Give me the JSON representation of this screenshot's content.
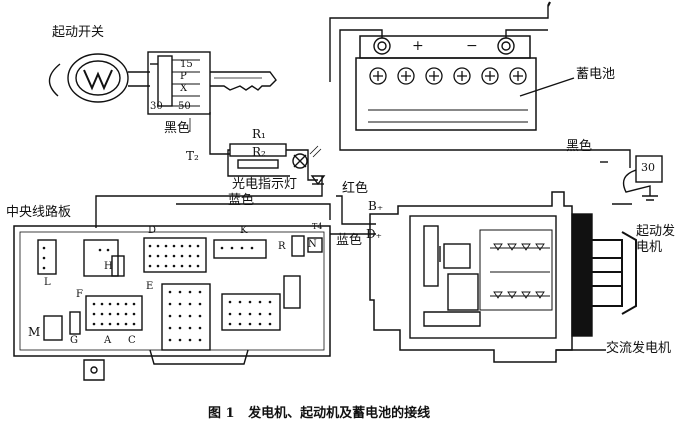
{
  "labels": {
    "ignition_switch": "起动开关",
    "black_1": "黑色",
    "r1": "R₁",
    "r2": "R₂",
    "t2": "T₂",
    "photo_indicator": "光电指示灯",
    "battery": "蓄电池",
    "black_2": "黑色",
    "red": "红色",
    "blue_1": "蓝色",
    "blue_2": "蓝色",
    "central_board": "中央线路板",
    "starter_motor": "起动发\n电机",
    "alternator": "交流发电机",
    "b_plus": "B₊",
    "d_plus": "D₊",
    "t30": "30",
    "plus_sign": "+",
    "minus_sign": "−",
    "key_terms": [
      "15",
      "P",
      "X",
      "50"
    ],
    "key_30": "30",
    "board_letters": {
      "D": "D",
      "E": "E",
      "K": "K",
      "R": "R",
      "N": "N",
      "L": "L",
      "H": "H",
      "F": "F",
      "M": "M",
      "G": "G",
      "A": "A",
      "C": "C",
      "T4": "T4"
    }
  },
  "caption": {
    "fig": "图 1",
    "title": "发电机、起动机及蓄电池的接线"
  }
}
